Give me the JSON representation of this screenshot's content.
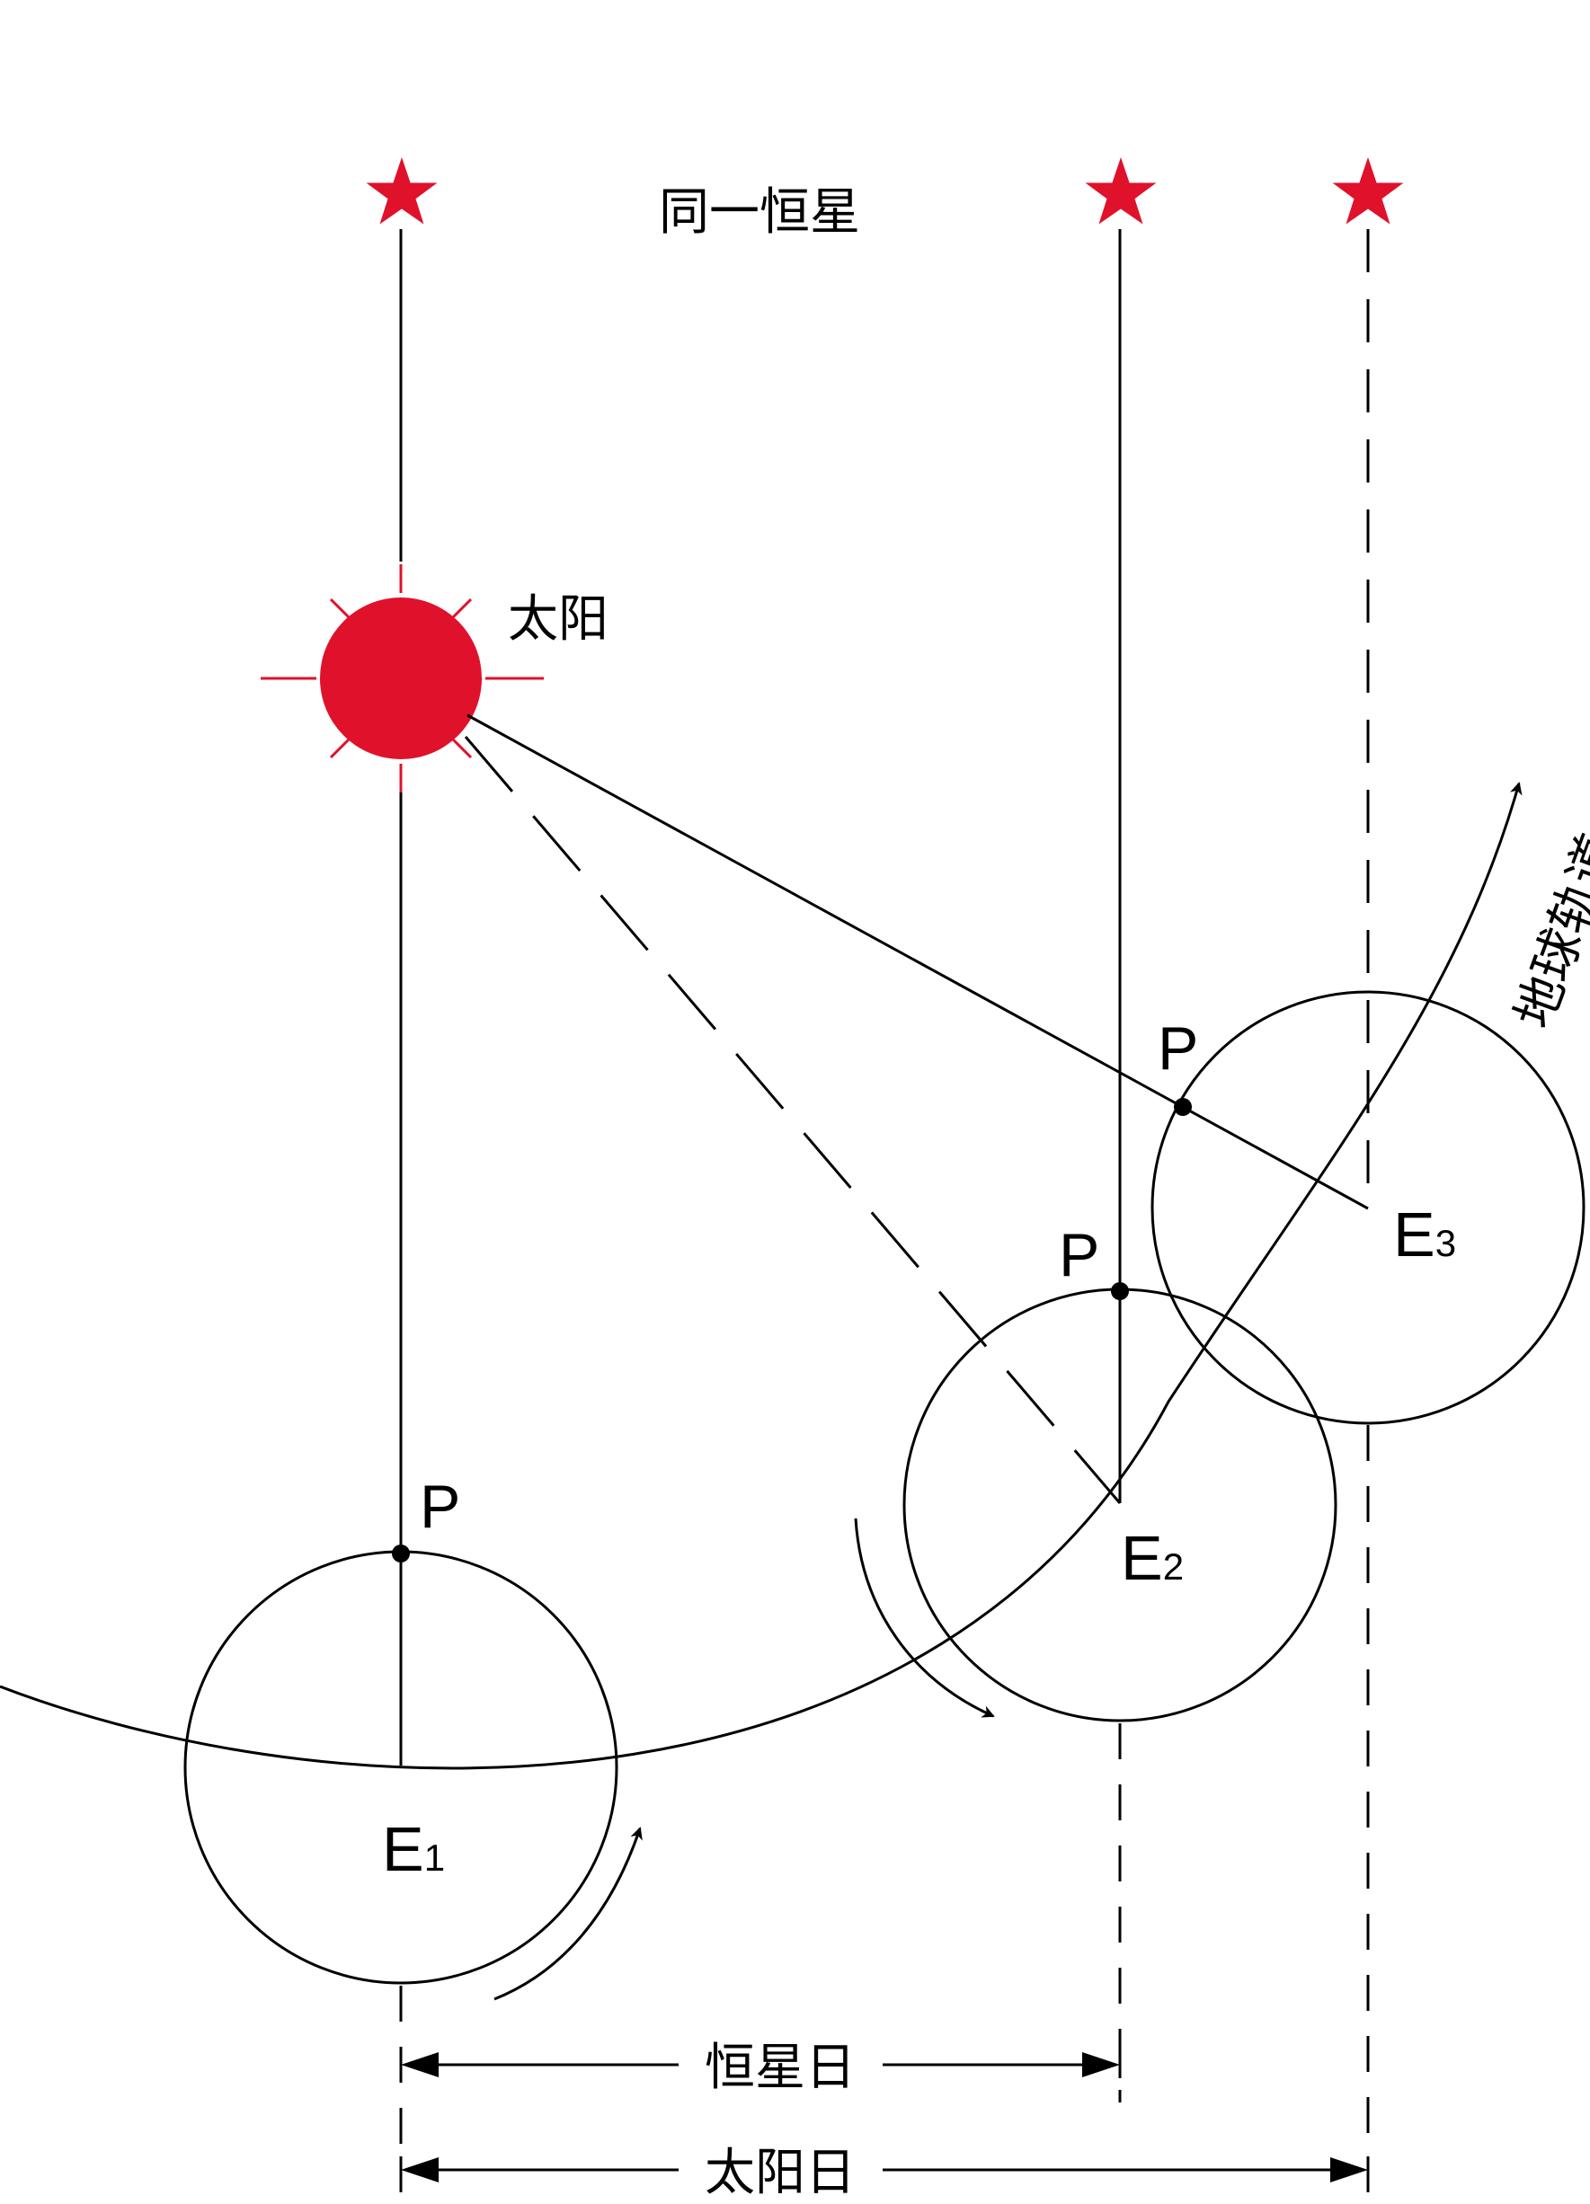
{
  "labels": {
    "same_star": "同一恒星",
    "sun": "太阳",
    "orbit": "地球轨道",
    "sidereal_day": "恒星日",
    "solar_day": "太阳日",
    "point_p": "P",
    "e_letter": "E",
    "e1_sub": "1",
    "e2_sub": "2",
    "e3_sub": "3"
  },
  "icons": {
    "star": "star-icon",
    "sun": "sun-icon"
  },
  "colors": {
    "accent_red": "#e0112b",
    "ink": "#000000",
    "background": "#ffffff"
  }
}
